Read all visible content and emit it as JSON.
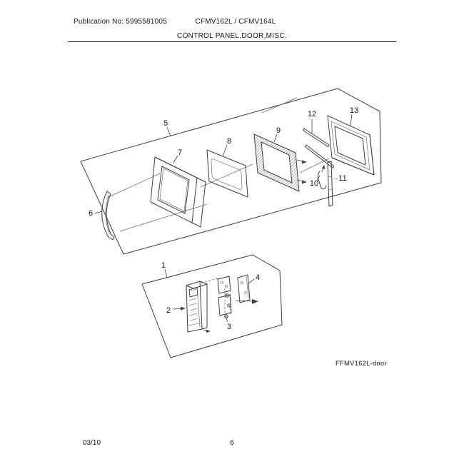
{
  "header": {
    "publication": "Publication No: 5995581005",
    "models": "CFMV162L / CFMV164L",
    "section": "CONTROL PANEL,DOOR,MISC."
  },
  "diagram": {
    "drawing_tag": "FFMV162L-door",
    "callouts": [
      "1",
      "2",
      "3",
      "4",
      "5",
      "6",
      "7",
      "8",
      "9",
      "10",
      "11",
      "12",
      "13"
    ]
  },
  "footer": {
    "date": "03/10",
    "page": "6"
  },
  "colors": {
    "background": "#ffffff",
    "line": "#3d3d3d",
    "text": "#161616"
  }
}
